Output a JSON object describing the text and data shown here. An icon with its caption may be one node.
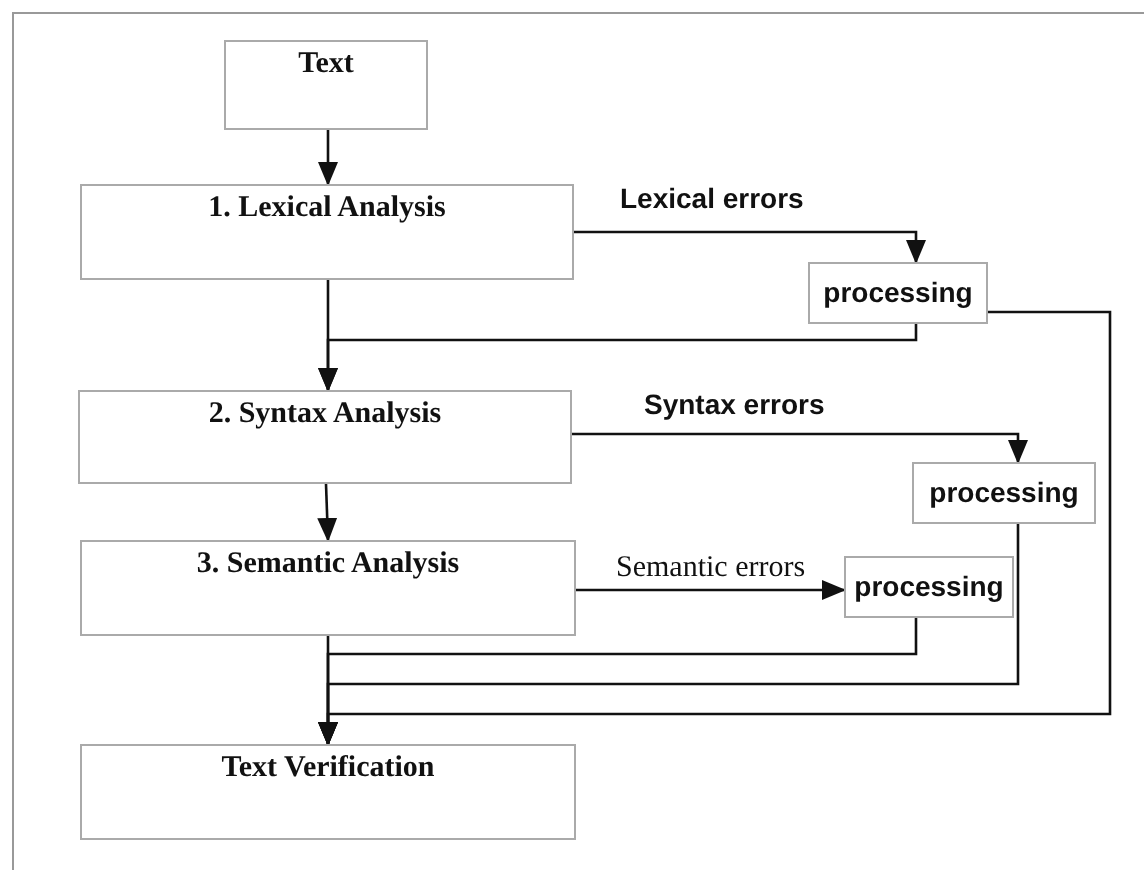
{
  "diagram": {
    "nodes": [
      {
        "text": [
          "Text"
        ]
      },
      {
        "text": [
          "1. Lexical Analysis"
        ]
      },
      {
        "text": [
          "processing"
        ]
      },
      {
        "text": [
          "2. Syntax Analysis"
        ]
      },
      {
        "text": [
          "processing"
        ]
      },
      {
        "text": [
          "3. Semantic Analysis"
        ]
      },
      {
        "text": [
          "processing"
        ]
      },
      {
        "text": [
          "Text Verification"
        ]
      }
    ],
    "edges": [
      {
        "from": 0,
        "to": 1,
        "arrow": "to"
      },
      {
        "from": 1,
        "to": 3,
        "arrow": "to"
      },
      {
        "from": 1,
        "to": 2,
        "arrow": "to",
        "label": "Lexical errors"
      },
      {
        "from": 2,
        "to": 3,
        "arrow": "to"
      },
      {
        "from": 2,
        "to": 7,
        "arrow": "to"
      },
      {
        "from": 3,
        "to": 5,
        "arrow": "to"
      },
      {
        "from": 3,
        "to": 4,
        "arrow": "to",
        "label": "Syntax errors"
      },
      {
        "from": 4,
        "to": 7,
        "arrow": "to"
      },
      {
        "from": 5,
        "to": 6,
        "arrow": "to",
        "label": "Semantic errors"
      },
      {
        "from": 6,
        "to": 7,
        "arrow": "to"
      },
      {
        "from": 5,
        "to": 7,
        "arrow": "to"
      }
    ]
  }
}
